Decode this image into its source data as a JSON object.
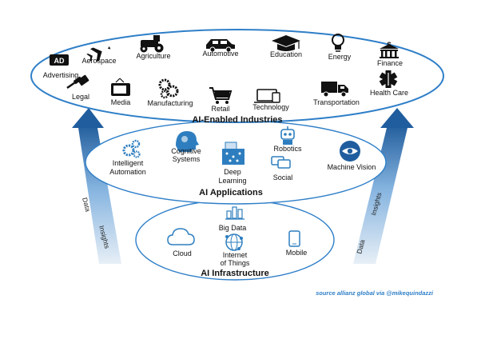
{
  "layers": {
    "industries": {
      "title": "AI-Enabled Industries",
      "items": [
        {
          "label": "Advertising",
          "icon": "ad-badge-icon"
        },
        {
          "label": "Aerospace",
          "icon": "airplane-icon"
        },
        {
          "label": "Agriculture",
          "icon": "tractor-icon"
        },
        {
          "label": "Automotive",
          "icon": "car-icon"
        },
        {
          "label": "Education",
          "icon": "graduation-cap-icon"
        },
        {
          "label": "Energy",
          "icon": "light-bulb-icon"
        },
        {
          "label": "Finance",
          "icon": "bank-icon"
        },
        {
          "label": "Legal",
          "icon": "gavel-icon"
        },
        {
          "label": "Media",
          "icon": "television-icon"
        },
        {
          "label": "Manufacturing",
          "icon": "gears-icon"
        },
        {
          "label": "Retail",
          "icon": "shopping-cart-icon"
        },
        {
          "label": "Technology",
          "icon": "devices-icon"
        },
        {
          "label": "Transportation",
          "icon": "truck-icon"
        },
        {
          "label": "Health Care",
          "icon": "medical-star-icon"
        }
      ]
    },
    "applications": {
      "title": "AI Applications",
      "items": [
        {
          "label_lines": [
            "Intelligent",
            "Automation"
          ],
          "icon": "gear-cluster-icon"
        },
        {
          "label_lines": [
            "Cognitive",
            "Systems"
          ],
          "icon": "brain-head-icon"
        },
        {
          "label_lines": [
            "Deep",
            "Learning"
          ],
          "icon": "neural-network-icon"
        },
        {
          "label_lines": [
            "Robotics"
          ],
          "icon": "robot-icon"
        },
        {
          "label_lines": [
            "Social"
          ],
          "icon": "chat-bubbles-icon"
        },
        {
          "label_lines": [
            "Machine Vision"
          ],
          "icon": "eye-icon"
        }
      ]
    },
    "infrastructure": {
      "title": "AI Infrastructure",
      "items": [
        {
          "label_lines": [
            "Big Data"
          ],
          "icon": "bar-chart-icon"
        },
        {
          "label_lines": [
            "Cloud"
          ],
          "icon": "cloud-icon"
        },
        {
          "label_lines": [
            "Internet",
            "of Things"
          ],
          "icon": "globe-network-icon"
        },
        {
          "label_lines": [
            "Mobile"
          ],
          "icon": "smartphone-icon"
        }
      ]
    }
  },
  "flows": {
    "left": {
      "upper": "Data",
      "lower": "Insights"
    },
    "right": {
      "upper": "Insights",
      "lower": "Data"
    }
  },
  "ad_badge_text": "AD",
  "finance_symbol": "$",
  "source_caption": "source allianz global via @mikequindazzi",
  "colors": {
    "ellipse_stroke": "#2f7fc8",
    "arrow_dark": "#1f5d9e",
    "arrow_light": "#c9dcef",
    "icon_dark": "#111111",
    "icon_blue": "#2e7ebf",
    "source": "#2f7fc8"
  }
}
